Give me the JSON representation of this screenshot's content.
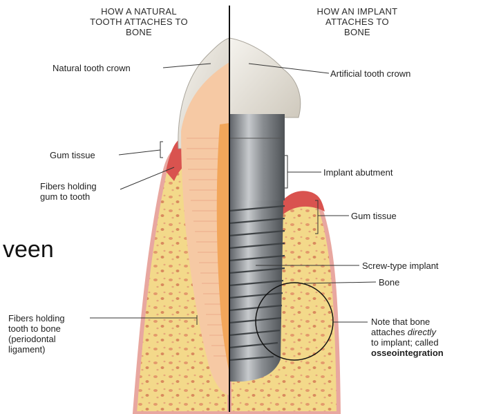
{
  "headings": {
    "left": [
      "HOW A NATURAL",
      "TOOTH ATTACHES TO",
      "BONE"
    ],
    "right": [
      "HOW AN IMPLANT",
      "ATTACHES TO",
      "BONE"
    ]
  },
  "labels": {
    "natural_crown": "Natural tooth crown",
    "gum_left": "Gum tissue",
    "fibers_gum": [
      "Fibers holding",
      "gum to tooth"
    ],
    "fibers_bone": [
      "Fibers holding",
      "tooth to bone",
      "(periodontal",
      "ligament)"
    ],
    "artificial_crown": "Artificial tooth crown",
    "abutment": "Implant abutment",
    "gum_right": "Gum tissue",
    "screw": "Screw-type implant",
    "bone": "Bone",
    "note": {
      "line1": "Note that bone",
      "line2_pre": "attaches ",
      "line2_em": "directly",
      "line3": "to implant; called",
      "line4": "osseointegration"
    }
  },
  "overlay_text": "veen",
  "colors": {
    "bone": "#f3d98a",
    "bone_edge": "#e8a7a0",
    "gum": "#d9534f",
    "enamel": "#e6e2d8",
    "dentin": "#f6c9a4",
    "pulp": "#f2a65a",
    "metal": "#7f8387",
    "divider": "#111111"
  }
}
